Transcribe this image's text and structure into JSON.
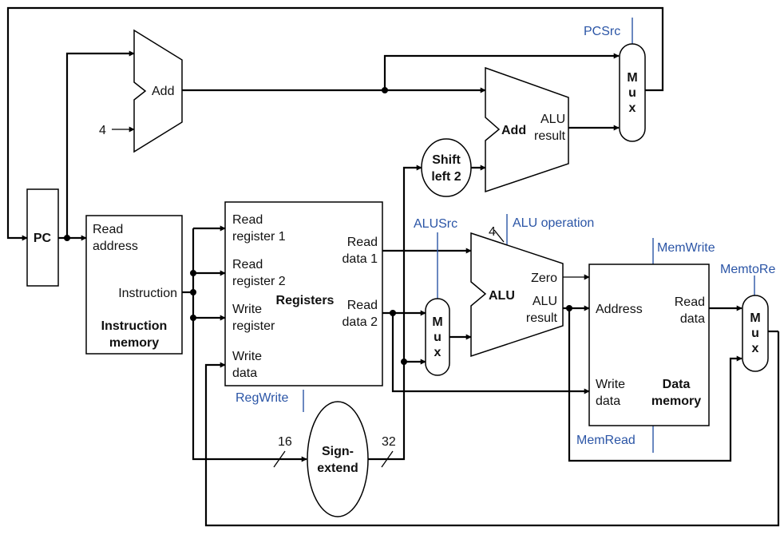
{
  "pc": {
    "label": "PC"
  },
  "adder_pc": {
    "label": "Add",
    "const_input": "4"
  },
  "adder_branch": {
    "label": "Add",
    "result_1": "ALU",
    "result_2": "result"
  },
  "shift": {
    "line1": "Shift",
    "line2": "left 2"
  },
  "instruction_memory": {
    "read_1": "Read",
    "read_2": "address",
    "instruction": "Instruction",
    "title_1": "Instruction",
    "title_2": "memory"
  },
  "registers": {
    "rr1_a": "Read",
    "rr1_b": "register 1",
    "rr2_a": "Read",
    "rr2_b": "register 2",
    "wr_a": "Write",
    "wr_b": "register",
    "wd_a": "Write",
    "wd_b": "data",
    "rd1_a": "Read",
    "rd1_b": "data 1",
    "rd2_a": "Read",
    "rd2_b": "data 2",
    "title": "Registers"
  },
  "sign_extend": {
    "line1": "Sign-",
    "line2": "extend",
    "in_width": "16",
    "out_width": "32"
  },
  "alu": {
    "label": "ALU",
    "zero": "Zero",
    "result_1": "ALU",
    "result_2": "result",
    "op_width": "4"
  },
  "data_memory": {
    "address": "Address",
    "rd_a": "Read",
    "rd_b": "data",
    "wd_a": "Write",
    "wd_b": "data",
    "title_1": "Data",
    "title_2": "memory"
  },
  "mux": {
    "m": "M",
    "u": "u",
    "x": "x"
  },
  "controls": {
    "pcsrc": "PCSrc",
    "alusrc": "ALUSrc",
    "alu_operation": "ALU operation",
    "memwrite": "MemWrite",
    "memtoreg": "MemtoRe",
    "regwrite": "RegWrite",
    "memread": "MemRead"
  }
}
